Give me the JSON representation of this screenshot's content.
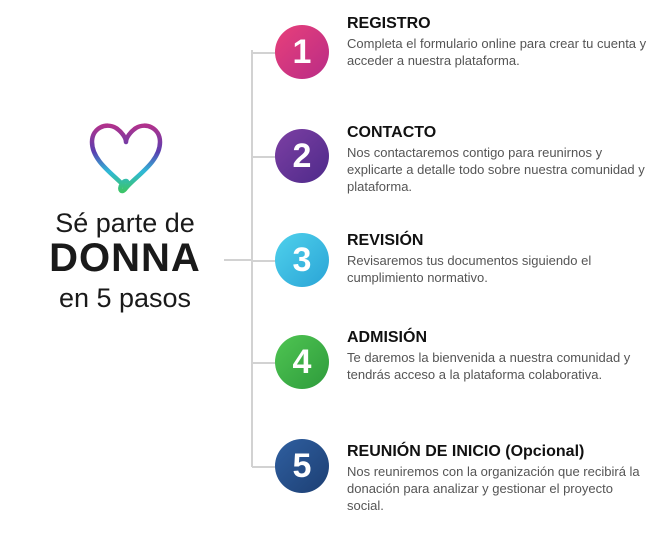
{
  "intro": {
    "line1": "Sé parte de",
    "brand": "DONNA",
    "line3": "en 5 pasos"
  },
  "colors": {
    "step1": [
      "#e8407a",
      "#b92c86"
    ],
    "step2": [
      "#7c3fa3",
      "#4e2a8a"
    ],
    "step3": [
      "#4fd1ec",
      "#2aa4d6"
    ],
    "step4": [
      "#4fc552",
      "#2e9b3c"
    ],
    "step5": [
      "#2f5fa0",
      "#1d3f73"
    ],
    "connector": "#d2d2d2",
    "heart": [
      "#b0318c",
      "#5a3fb0",
      "#2fb8d8",
      "#3cc46a"
    ]
  },
  "steps": [
    {
      "number": "1",
      "title": "REGISTRO",
      "desc": "Completa el formulario online para crear tu cuenta y acceder a nuestra plataforma."
    },
    {
      "number": "2",
      "title": "CONTACTO",
      "desc": "Nos contactaremos contigo para reunirnos y explicarte a detalle todo sobre nuestra comunidad y plataforma."
    },
    {
      "number": "3",
      "title": "REVISIÓN",
      "desc": "Revisaremos tus documentos siguiendo el cumplimiento normativo."
    },
    {
      "number": "4",
      "title": "ADMISIÓN",
      "desc": "Te daremos la bienvenida a nuestra comunidad y tendrás acceso a la plataforma colaborativa."
    },
    {
      "number": "5",
      "title": "REUNIÓN DE INICIO (Opcional)",
      "desc": "Nos reuniremos con la organización que recibirá la donación para analizar y gestionar el proyecto social."
    }
  ]
}
